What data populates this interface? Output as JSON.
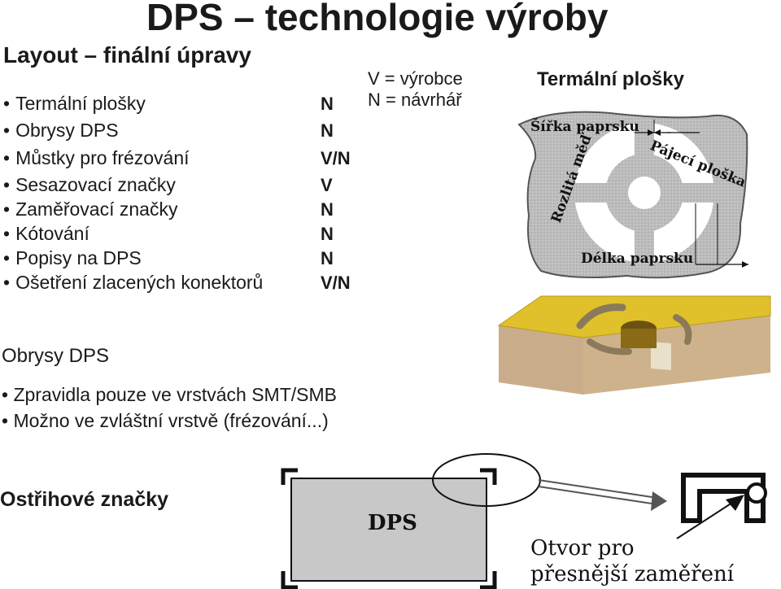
{
  "title": "DPS – technologie výroby",
  "layout_section": {
    "heading": "Layout – finální úpravy",
    "items": [
      {
        "label": "Termální plošky",
        "flag": "N"
      },
      {
        "label": "Obrysy DPS",
        "flag": "N"
      },
      {
        "label": "Můstky pro frézování",
        "flag": "V/N"
      },
      {
        "label": "Sesazovací značky",
        "flag": "V"
      },
      {
        "label": "Zaměřovací značky",
        "flag": "N"
      },
      {
        "label": "Kótování",
        "flag": "N"
      },
      {
        "label": "Popisy na DPS",
        "flag": "N"
      },
      {
        "label": "Ošetření zlacených konektorů",
        "flag": "V/N"
      }
    ]
  },
  "legend": {
    "v": "V = výrobce",
    "n": "N = návrhář"
  },
  "thermal_figure": {
    "heading": "Termální plošky",
    "label_width": "Šířka paprsku",
    "label_pad": "Pájecí ploška",
    "label_copper": "Rozlitá měď",
    "label_length": "Délka paprsku"
  },
  "outline_section": {
    "heading": "Obrysy DPS",
    "items": [
      "Zpravidla pouze ve vrstvách SMT/SMB",
      "Možno ve zvláštní vrstvě (frézování...)"
    ]
  },
  "crop_section": {
    "heading": "Ostřihové značky",
    "board_label": "DPS",
    "hole_label_1": "Otvor pro",
    "hole_label_2": "přesnější zaměření"
  },
  "colors": {
    "copper_gray": "#b9b9b9",
    "board_gray": "#c8c8c8",
    "gold_top": "#e0c12c",
    "gold_side": "#c9ad8a"
  }
}
